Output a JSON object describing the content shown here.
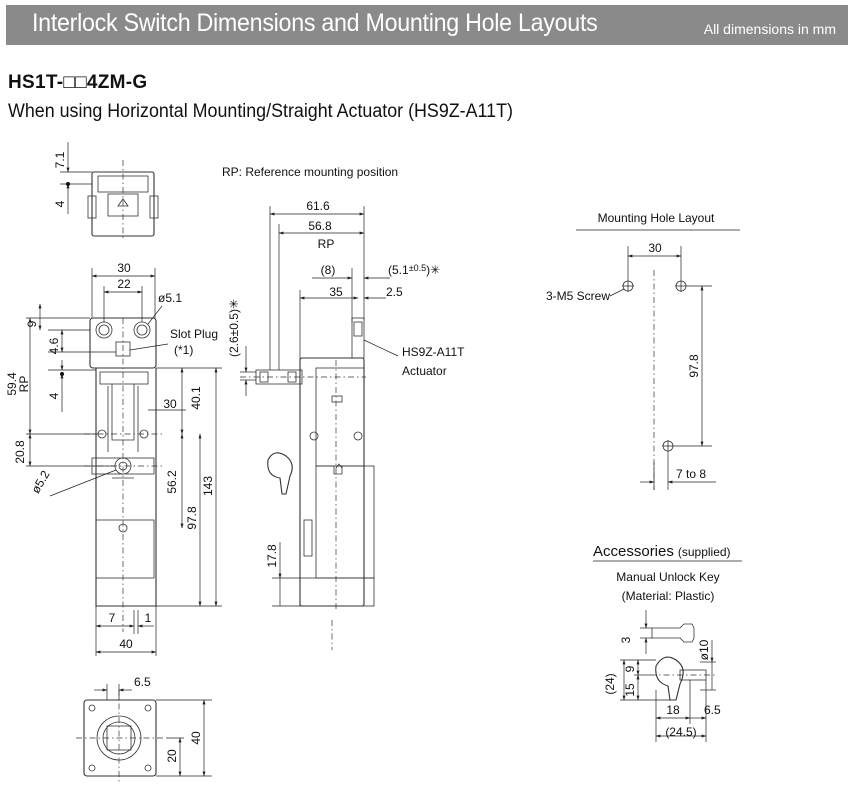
{
  "header": {
    "title": "Interlock Switch Dimensions and Mounting Hole Layouts",
    "note": "All dimensions in mm"
  },
  "model": "HS1T-□□4ZM-G",
  "subtitle": "When using Horizontal Mounting/Straight Actuator (HS9Z-A11T)",
  "reference_note": "RP: Reference mounting position",
  "front_view": {
    "dims": [
      "7.1",
      "4",
      "30",
      "22",
      "ø5.1",
      "9",
      "4.6",
      "59.4",
      "RP",
      "4",
      "30",
      "40.1",
      "20.8",
      "ø5.2",
      "56.2",
      "97.8",
      "143",
      "7",
      "1",
      "40"
    ],
    "labels": [
      "Slot Plug",
      "(*1)"
    ]
  },
  "side_view": {
    "dims": [
      "61.6",
      "56.8",
      "RP",
      "(8)",
      "(5.1",
      "±0.5",
      ")✳",
      "35",
      "2.5",
      "(2.6±0.5)✳",
      "17.8"
    ],
    "labels": [
      "HS9Z-A11T",
      "Actuator"
    ]
  },
  "bottom_view": {
    "dims": [
      "6.5",
      "20",
      "40"
    ]
  },
  "mounting_hole_layout": {
    "title": "Mounting Hole Layout",
    "dims": [
      "30",
      "97.8",
      "7 to 8"
    ],
    "labels": [
      "3-M5 Screw"
    ]
  },
  "accessories": {
    "title": "Accessories",
    "title_note": "(supplied)",
    "item": "Manual Unlock Key",
    "material": "(Material: Plastic)",
    "dims": [
      "3",
      "ø10",
      "(24)",
      "15",
      "9",
      "18",
      "6.5",
      "(24.5)"
    ]
  }
}
